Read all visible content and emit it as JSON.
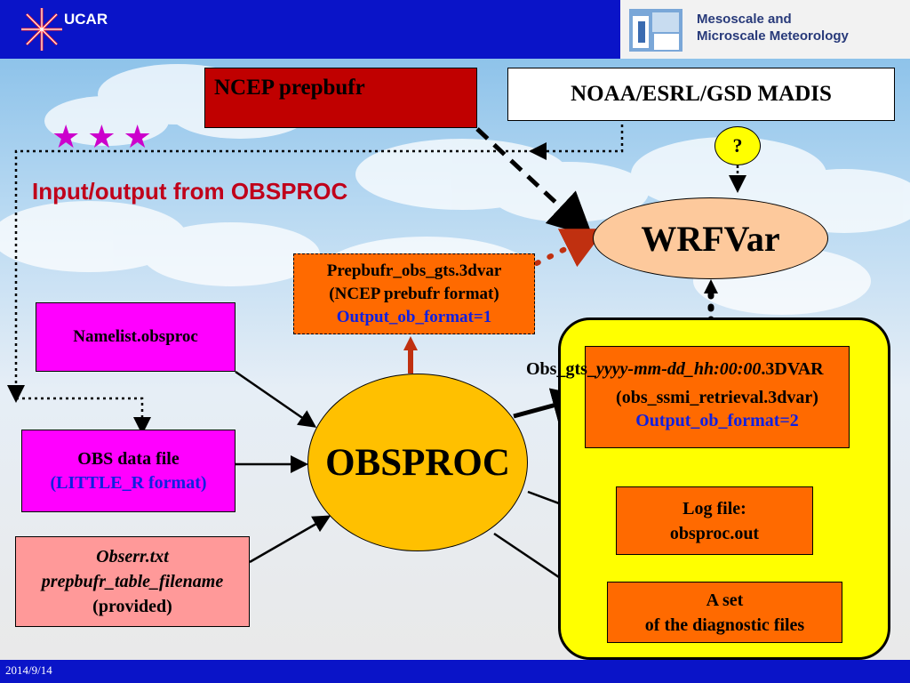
{
  "header": {
    "left_logo_text": "UCAR",
    "right_logo_line1": "Mesoscale and",
    "right_logo_line2": "Microscale Meteorology"
  },
  "footer": {
    "date": "2014/9/14"
  },
  "title": "Input/output from OBSPROC",
  "stars": "★★★",
  "nodes": {
    "ncep": "NCEP prepbufr",
    "madis": "NOAA/ESRL/GSD MADIS",
    "question": "?",
    "wrfvar": "WRFVar",
    "prep3d_line1": "Prepbufr_obs_gts.3dvar",
    "prep3d_line2": "(NCEP prebufr format)",
    "prep3d_line3": "Output_ob_format=1",
    "namelist": "Namelist.obsproc",
    "obsdata_line1": "OBS data file",
    "obsdata_line2": "(LITTLE_R format)",
    "obserr_line1": "Obserr.txt",
    "obserr_line2": "prepbufr_table_filename",
    "obserr_line3": "(provided)",
    "obsproc": "OBSPROC",
    "obsgts_prefix": "Obs_gts_",
    "obsgts_date": "yyyy-mm-dd_hh:00:00",
    "obsgts_suffix": ".3DVAR",
    "obsgts_line2": "(obs_ssmi_retrieval.3dvar)",
    "obsgts_line3": "Output_ob_format=2",
    "log_line1": "Log file:",
    "log_line2": "obsproc.out",
    "diag_line1": "A set",
    "diag_line2": "of the diagnostic files"
  },
  "colors": {
    "header_blue": "#0a14c8",
    "ncep_red": "#c00000",
    "magenta": "#ff00ff",
    "orange": "#ff6a00",
    "obsproc_gold": "#ffc000",
    "wrfvar_peach": "#fdc99c",
    "highlight_yellow": "#ffff00",
    "title_red": "#c0001a",
    "link_blue": "#1020e0"
  }
}
